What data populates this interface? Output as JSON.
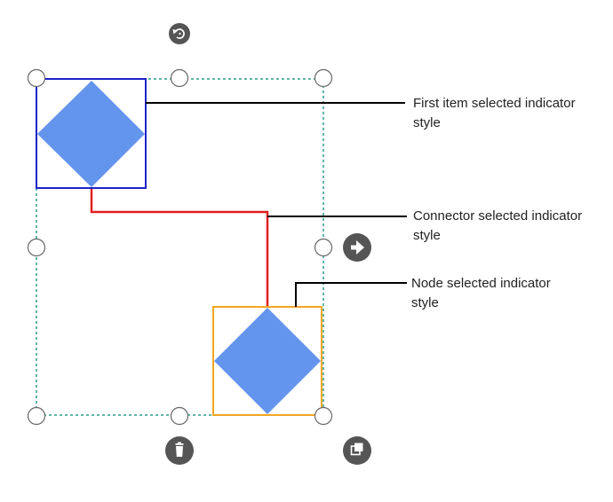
{
  "colors": {
    "node_fill": "#6495ED",
    "first_item_indicator": "#1E22C8",
    "connector_selected": "#E02020",
    "node_selected_indicator": "#F5A623",
    "selector_outline": "#2A9D8F",
    "callout_line": "#000000",
    "handle_stroke": "#666666",
    "tool_button_fill": "#555555"
  },
  "icons": {
    "rotate": "rotate-icon",
    "connect": "arrow-right-icon",
    "delete": "trash-icon",
    "clone": "copy-icon"
  },
  "callouts": {
    "first_item": "First item selected indicator\nstyle",
    "connector": "Connector selected indicator\nstyle",
    "node": "Node selected indicator\nstyle"
  }
}
